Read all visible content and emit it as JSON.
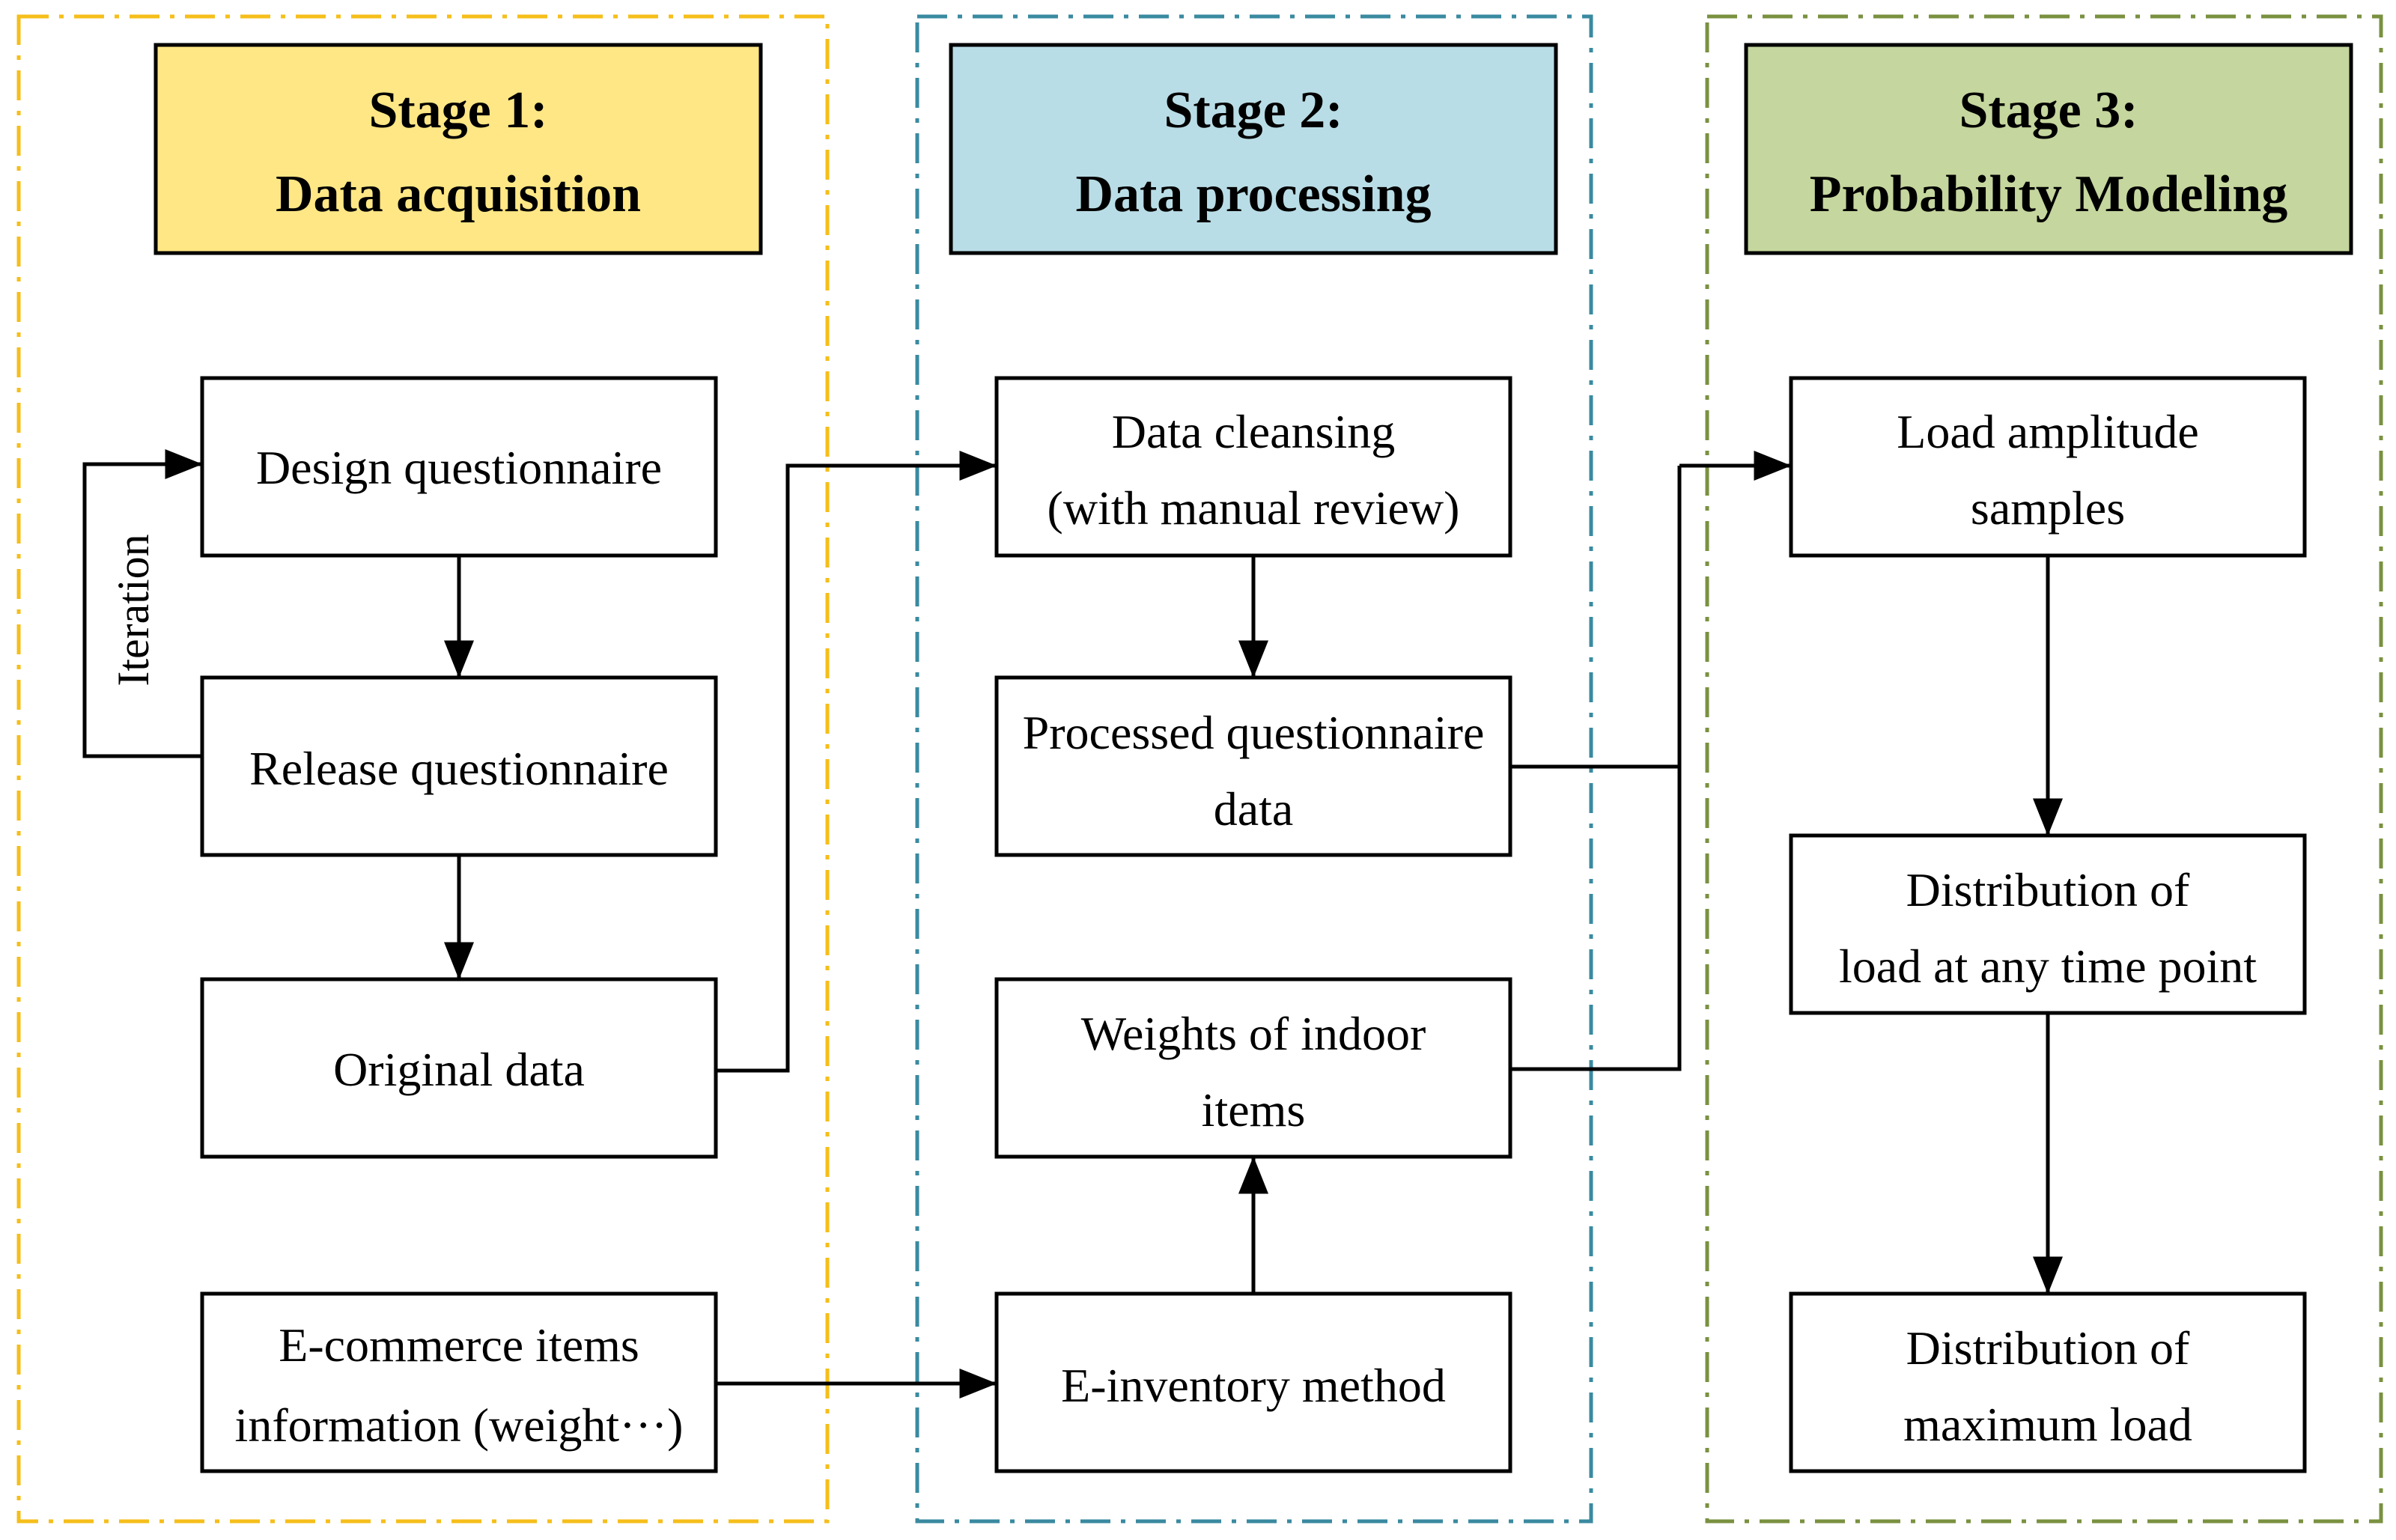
{
  "stages": [
    {
      "line1": "Stage 1:",
      "line2": "Data acquisition",
      "color": "#ffe785",
      "frame_color": "#f5be1a"
    },
    {
      "line1": "Stage 2:",
      "line2": "Data processing",
      "color": "#b9dde6",
      "frame_color": "#3a8aa0"
    },
    {
      "line1": "Stage 3:",
      "line2": "Probability Modeling",
      "color": "#c5d69e",
      "frame_color": "#7a9140"
    }
  ],
  "boxes": {
    "design": {
      "line1": "Design questionnaire",
      "line2": ""
    },
    "release": {
      "line1": "Release questionnaire",
      "line2": ""
    },
    "original": {
      "line1": "Original data",
      "line2": ""
    },
    "ecommerce": {
      "line1": "E-commerce items",
      "line2": "information (weight···)"
    },
    "cleansing": {
      "line1": "Data cleansing",
      "line2": "(with manual review)"
    },
    "processed": {
      "line1": "Processed questionnaire",
      "line2": "data"
    },
    "weights": {
      "line1": "Weights of indoor",
      "line2": "items"
    },
    "einventory": {
      "line1": "E-inventory method",
      "line2": ""
    },
    "samples": {
      "line1": "Load amplitude",
      "line2": "samples"
    },
    "dist_any": {
      "line1": "Distribution of",
      "line2": "load at any time point"
    },
    "dist_max": {
      "line1": "Distribution of",
      "line2": "maximum load"
    }
  },
  "iteration_label": "Iteration"
}
